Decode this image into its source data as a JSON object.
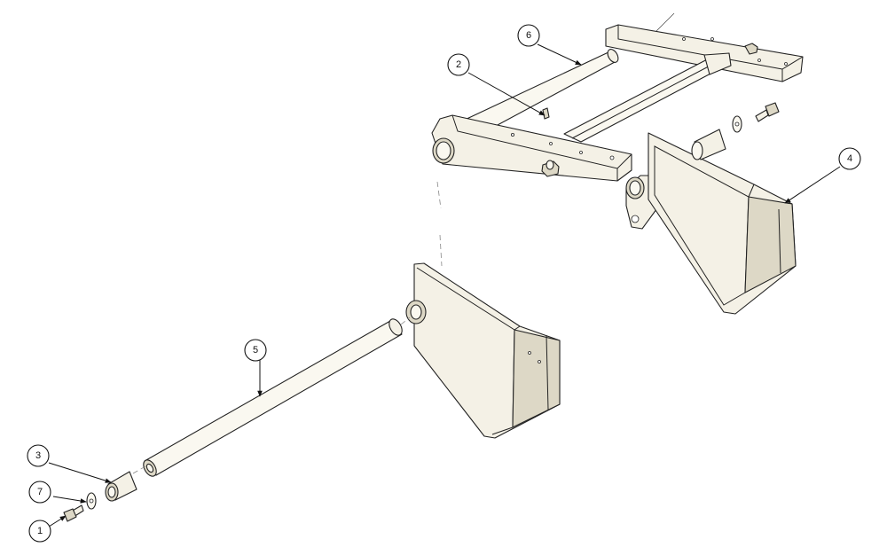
{
  "balloons": [
    {
      "id": "balloon-1",
      "label": "1"
    },
    {
      "id": "balloon-2",
      "label": "2"
    },
    {
      "id": "balloon-3",
      "label": "3"
    },
    {
      "id": "balloon-4",
      "label": "4"
    },
    {
      "id": "balloon-5",
      "label": "5"
    },
    {
      "id": "balloon-6",
      "label": "6"
    },
    {
      "id": "balloon-7",
      "label": "7"
    }
  ]
}
